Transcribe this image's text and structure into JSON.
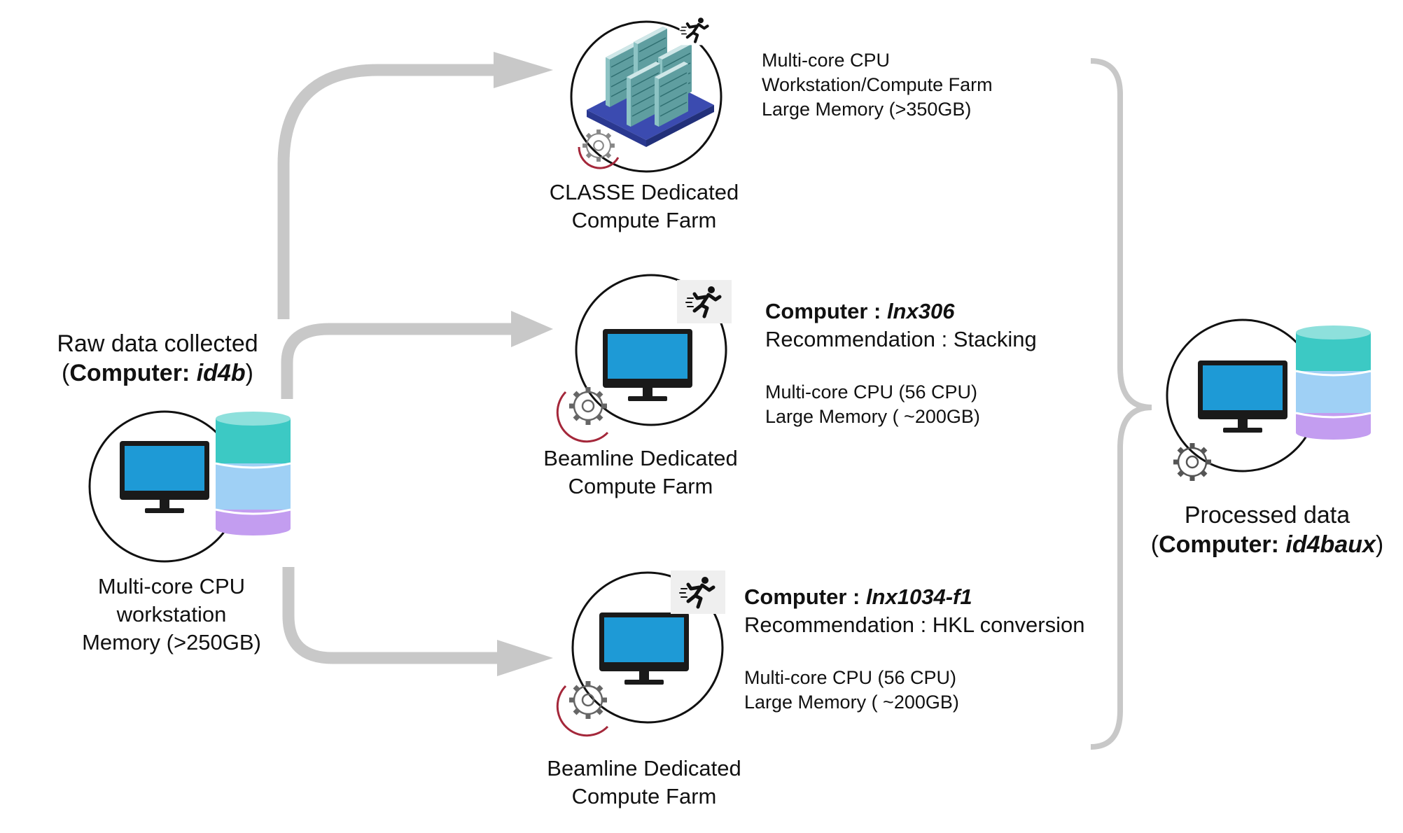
{
  "source": {
    "title_line": "Raw data collected",
    "computer_prefix": "Computer: ",
    "computer_name": "id4b",
    "open_paren": "(",
    "close_paren": ")",
    "specs": [
      "Multi-core CPU",
      "workstation",
      "Memory (>250GB)"
    ]
  },
  "classe": {
    "specs": [
      "Multi-core CPU",
      "Workstation/Compute Farm",
      "Large Memory (>350GB)"
    ],
    "caption": [
      "CLASSE Dedicated",
      "Compute Farm"
    ]
  },
  "beamline1": {
    "computer_label": "Computer : ",
    "computer_name": "lnx306",
    "recommendation": "Recommendation : Stacking",
    "specs": [
      "Multi-core CPU (56 CPU)",
      "Large Memory ( ~200GB)"
    ],
    "caption": [
      "Beamline Dedicated",
      "Compute Farm"
    ]
  },
  "beamline2": {
    "computer_label": "Computer : ",
    "computer_name": "lnx1034-f1",
    "recommendation": "Recommendation : HKL conversion",
    "specs": [
      "Multi-core CPU (56 CPU)",
      "Large Memory ( ~200GB)"
    ],
    "caption": [
      "Beamline Dedicated",
      "Compute Farm"
    ]
  },
  "output": {
    "title_line": "Processed data",
    "computer_prefix": "Computer: ",
    "computer_name": "id4baux",
    "open_paren": "(",
    "close_paren": ")"
  },
  "colors": {
    "arrow": "#c8c8c8",
    "monitor_screen": "#1e9ad6",
    "monitor_frame": "#1a1a1a",
    "db_teal": "#3cc9c4",
    "db_blue": "#9fd0f5",
    "db_purple": "#c39df0",
    "gear_red": "#a4273a",
    "server_blue": "#3b4bb0",
    "server_teal": "#7fb9bb"
  }
}
